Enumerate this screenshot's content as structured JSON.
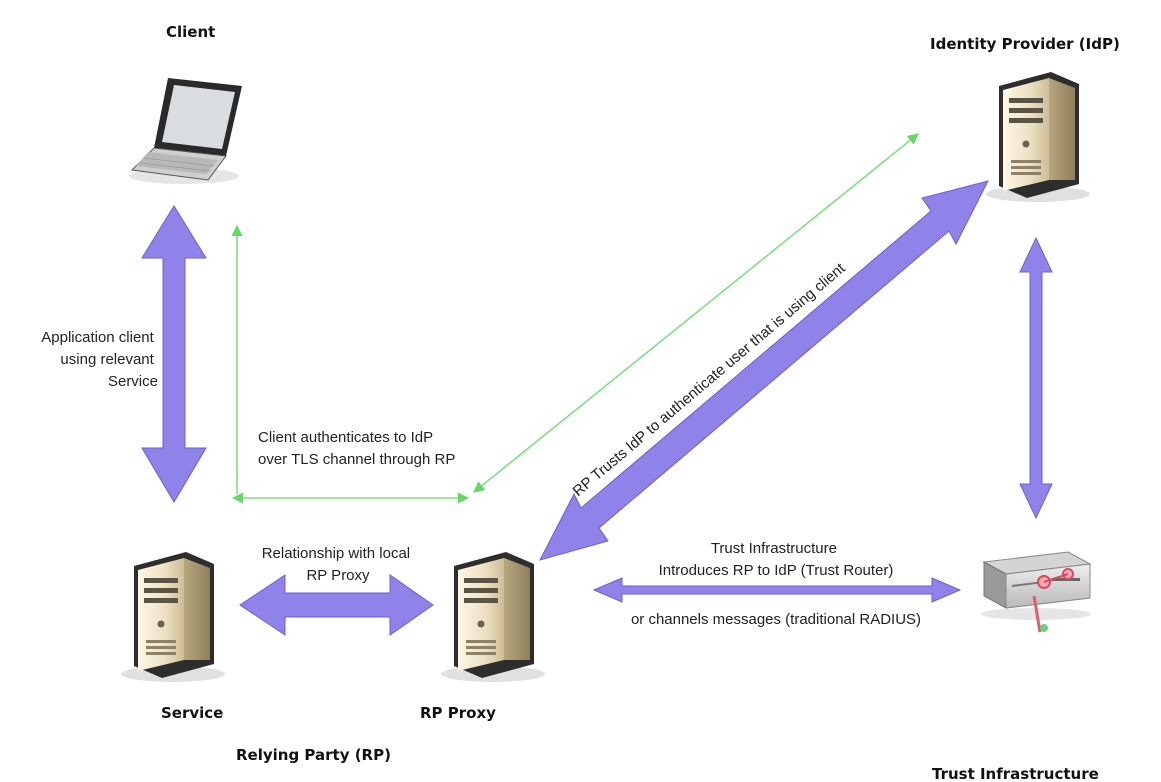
{
  "nodes": {
    "client": "Client",
    "idp": "Identity Provider (IdP)",
    "service": "Service",
    "rp_proxy": "RP Proxy",
    "relying_party": "Relying Party (RP)",
    "trust_infrastructure": "Trust Infrastructure"
  },
  "edges": {
    "app_client": [
      "Application client",
      "using relevant",
      "Service"
    ],
    "client_auth": [
      "Client authenticates to IdP",
      "over TLS channel through RP"
    ],
    "rp_trusts": "RP Trusts IdP to authenticate user that is using client",
    "relationship": [
      "Relationship with local",
      "RP Proxy"
    ],
    "trust_intro": [
      "Trust Infrastructure",
      "Introduces RP to IdP (Trust Router)"
    ],
    "channels": "or channels messages (traditional RADIUS)"
  },
  "colors": {
    "purple_arrow": "#8f83ea",
    "purple_edge": "#6b5fd1",
    "green_line": "#7ee07e",
    "server_body": "#e8dcc0",
    "server_dark": "#2b2b2b"
  },
  "icons": {
    "client": "laptop-icon",
    "idp": "server-tower-icon",
    "service": "server-tower-icon",
    "rp_proxy": "server-tower-icon",
    "trust_infrastructure": "rack-server-icon"
  }
}
